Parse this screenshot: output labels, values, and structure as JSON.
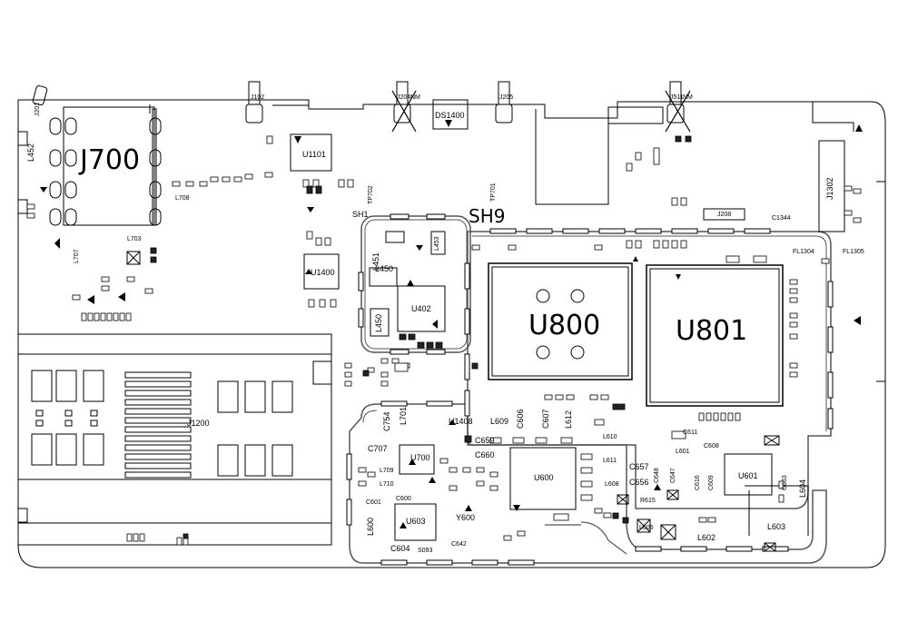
{
  "labels": {
    "j700": "J700",
    "u800": "U800",
    "u801": "U801",
    "sh9": "SH9",
    "sh1": "SH1",
    "u1101": "U1101",
    "u1400": "U1400",
    "u402": "U402",
    "u600": "U600",
    "u601": "U601",
    "u603": "U603",
    "u700": "U700",
    "u1408": "U1408",
    "j1200": "J1200",
    "j1302": "J1302",
    "j102": "J102",
    "j201": "J201",
    "j204": "J204",
    "j205": "J205",
    "j208": "J208",
    "j511": "J511",
    "nm1": "NM",
    "nm2": "NM",
    "ds1400": "DS1400",
    "tp702": "TP702",
    "tp701": "TP701",
    "l452": "L452",
    "l451": "L451",
    "l450": "L450",
    "l453": "L453",
    "l450b": "L450",
    "l708": "L708",
    "l703": "L703",
    "l707": "L707",
    "l709": "L709",
    "l710": "L710",
    "l701": "L701",
    "l754": "C754",
    "l609": "L609",
    "l606": "C606",
    "l607": "C607",
    "l612": "L612",
    "l610": "L610",
    "l611": "L611",
    "l608": "L608",
    "l601": "L601",
    "l602": "L602",
    "l603": "L603",
    "l604": "L604",
    "l600": "L600",
    "l605": "L605",
    "c707": "C707",
    "c601": "C601",
    "c600": "C600",
    "c604": "C604",
    "c642": "C642",
    "c657": "C657",
    "c656": "C656",
    "c659": "C659",
    "c660": "C660",
    "c633": "C633",
    "c648": "C648",
    "c647": "C647",
    "c616": "C616",
    "c609": "C609",
    "c608": "C608",
    "c611": "C611",
    "c1344": "C1344",
    "r615": "R615",
    "y600": "Y600",
    "s093": "S093",
    "fl1304": "FL1304",
    "fl1305": "FL1305"
  },
  "colors": {
    "line": "#000000",
    "background": "#ffffff",
    "shield": "#555555"
  }
}
